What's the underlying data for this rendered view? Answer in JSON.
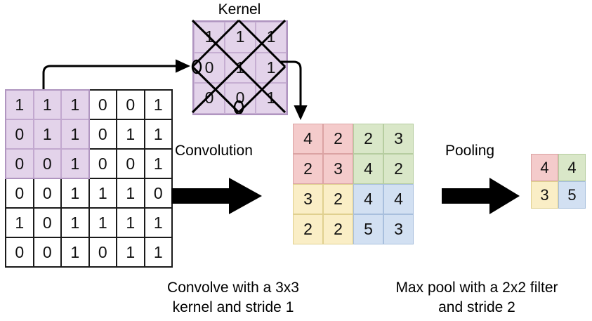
{
  "diagram": {
    "kernel_title": "Kernel",
    "steps": {
      "convolution_label": "Convolution",
      "pooling_label": "Pooling"
    },
    "captions": {
      "convolution_line1": "Convolve with a 3x3",
      "convolution_line2": "kernel and stride 1",
      "pooling_line1": "Max pool with a 2x2 filter",
      "pooling_line2": "and stride 2"
    },
    "input_matrix": {
      "rows": 6,
      "cols": 6,
      "values": [
        [
          1,
          1,
          1,
          0,
          0,
          1
        ],
        [
          0,
          1,
          1,
          0,
          1,
          1
        ],
        [
          0,
          0,
          1,
          0,
          0,
          1
        ],
        [
          0,
          0,
          1,
          1,
          1,
          0
        ],
        [
          1,
          0,
          1,
          1,
          1,
          1
        ],
        [
          0,
          0,
          1,
          0,
          1,
          1
        ]
      ],
      "highlight_rows": [
        0,
        1,
        2
      ],
      "highlight_cols": [
        0,
        1,
        2
      ]
    },
    "kernel_matrix": {
      "rows": 3,
      "cols": 3,
      "values": [
        [
          1,
          1,
          1
        ],
        [
          0,
          1,
          1
        ],
        [
          0,
          0,
          1
        ]
      ]
    },
    "feature_map": {
      "rows": 4,
      "cols": 4,
      "values": [
        [
          4,
          2,
          2,
          3
        ],
        [
          2,
          3,
          4,
          2
        ],
        [
          3,
          2,
          4,
          4
        ],
        [
          2,
          2,
          5,
          3
        ]
      ],
      "quadrant_colors": {
        "top_left": "#f4cbcb",
        "top_right": "#d9e7c8",
        "bottom_left": "#faeec6",
        "bottom_right": "#d2e0f2"
      }
    },
    "pooled_map": {
      "rows": 2,
      "cols": 2,
      "values": [
        [
          4,
          4
        ],
        [
          3,
          5
        ]
      ],
      "quadrant_colors": {
        "top_left": "#f4cbcb",
        "top_right": "#d9e7c8",
        "bottom_left": "#faeec6",
        "bottom_right": "#d2e0f2"
      }
    },
    "colors": {
      "highlight_purple": "#e3d3ea",
      "highlight_purple_border": "#b095c0",
      "line_black": "#000000",
      "grid_black": "#1a1a1a",
      "background": "#ffffff"
    },
    "icons": {
      "convolution_arrow": "right-arrow-icon",
      "pooling_arrow": "right-arrow-icon",
      "input_to_kernel": "elbow-arrow-icon",
      "kernel_to_feature": "elbow-arrow-icon",
      "kernel_cross": "diamond-cross-overlay-icon"
    }
  }
}
